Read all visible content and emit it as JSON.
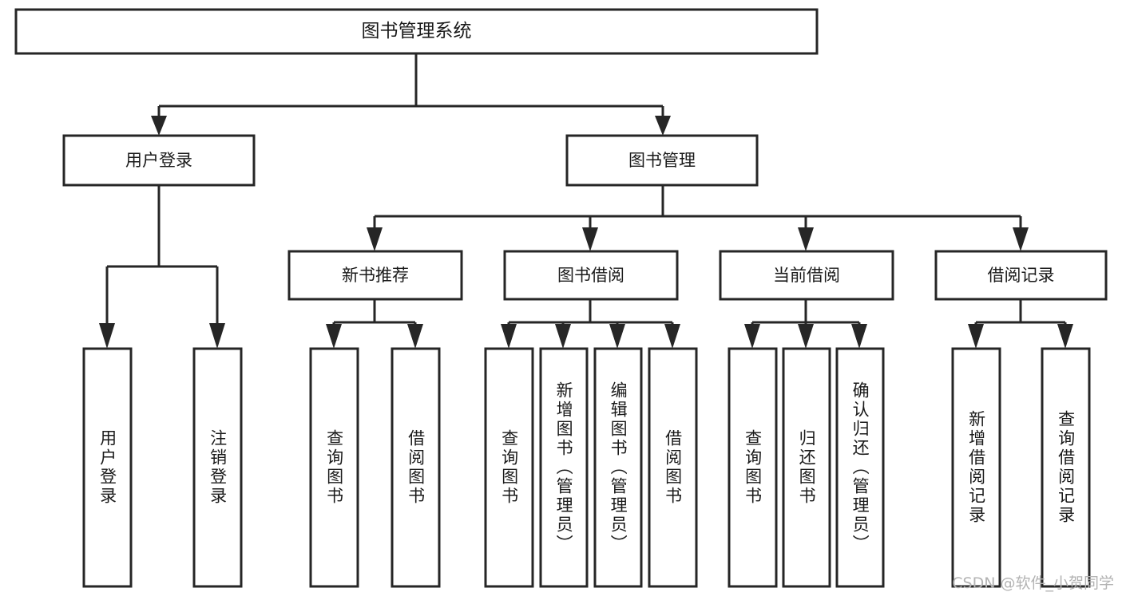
{
  "diagram": {
    "title": "图书管理系统",
    "watermark": "CSDN @软件_小贺同学",
    "root": {
      "label": "图书管理系统"
    },
    "level2": [
      {
        "id": "user-login",
        "label": "用户登录"
      },
      {
        "id": "book-manage",
        "label": "图书管理"
      }
    ],
    "level3": [
      {
        "id": "new-book-recommend",
        "label": "新书推荐"
      },
      {
        "id": "book-borrow",
        "label": "图书借阅"
      },
      {
        "id": "current-borrow",
        "label": "当前借阅"
      },
      {
        "id": "borrow-record",
        "label": "借阅记录"
      }
    ],
    "leaves": [
      {
        "id": "leaf-user-login",
        "label": "用户登录",
        "parent": "user-login"
      },
      {
        "id": "leaf-logout-login",
        "label": "注销登录",
        "parent": "user-login"
      },
      {
        "id": "leaf-query-book-1",
        "label": "查询图书",
        "parent": "new-book-recommend"
      },
      {
        "id": "leaf-borrow-book-1",
        "label": "借阅图书",
        "parent": "new-book-recommend"
      },
      {
        "id": "leaf-query-book-2",
        "label": "查询图书",
        "parent": "book-borrow"
      },
      {
        "id": "leaf-add-book",
        "label": "新增图书（管理员）",
        "parent": "book-borrow"
      },
      {
        "id": "leaf-edit-book",
        "label": "编辑图书（管理员）",
        "parent": "book-borrow"
      },
      {
        "id": "leaf-borrow-book-2",
        "label": "借阅图书",
        "parent": "book-borrow"
      },
      {
        "id": "leaf-query-book-3",
        "label": "查询图书",
        "parent": "current-borrow"
      },
      {
        "id": "leaf-return-book",
        "label": "归还图书",
        "parent": "current-borrow"
      },
      {
        "id": "leaf-confirm-return",
        "label": "确认归还（管理员）",
        "parent": "current-borrow"
      },
      {
        "id": "leaf-add-record",
        "label": "新增借阅记录",
        "parent": "borrow-record"
      },
      {
        "id": "leaf-query-record",
        "label": "查询借阅记录",
        "parent": "borrow-record"
      }
    ],
    "colors": {
      "stroke": "#262626",
      "fill": "#ffffff",
      "text": "#1a1a1a",
      "watermark": "#b3b3b3"
    }
  }
}
